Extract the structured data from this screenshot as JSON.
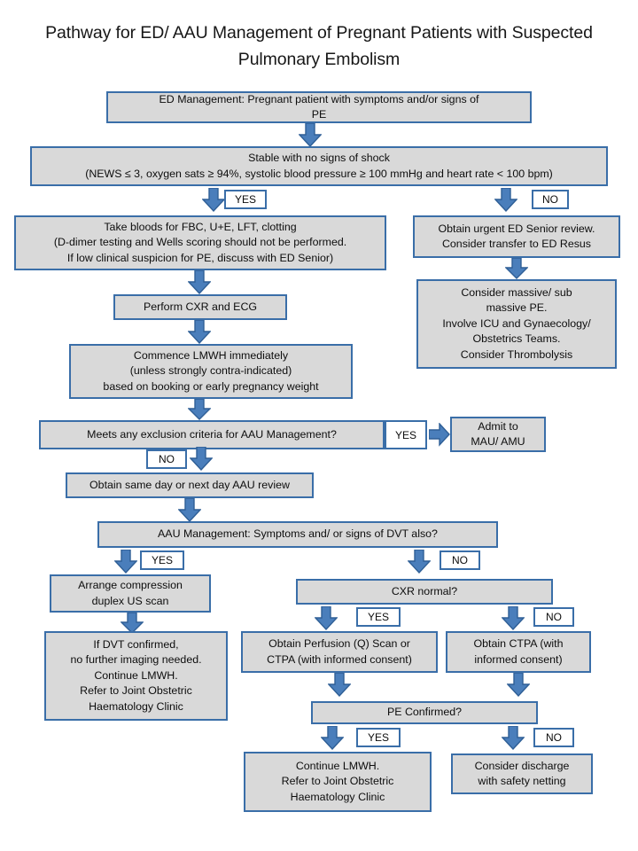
{
  "title": "Pathway for ED/ AAU Management of Pregnant Patients with\nSuspected Pulmonary Embolism",
  "colors": {
    "box_fill": "#d9d9d9",
    "box_border": "#3a6ea8",
    "arrow_fill": "#4a7ebb",
    "arrow_stroke": "#2f5f96",
    "tag_fill": "#ffffff",
    "text": "#0d0d0d",
    "background": "#ffffff"
  },
  "nodes": {
    "ed_management": "ED Management: Pregnant patient with symptoms and/or signs of\nPE",
    "stable": "Stable with no signs of shock\n(NEWS ≤ 3, oxygen sats ≥ 94%, systolic blood pressure ≥ 100 mmHg and heart rate < 100 bpm)",
    "take_bloods": "Take bloods for FBC, U+E, LFT, clotting\n(D-dimer testing and Wells scoring should not be performed.\nIf low clinical suspicion for PE, discuss with ED Senior)",
    "urgent_review": "Obtain urgent ED Senior review.\nConsider transfer to ED Resus",
    "perform_cxr_ecg": "Perform CXR and ECG",
    "massive_pe": "Consider massive/ sub\nmassive PE.\nInvolve ICU and Gynaecology/\nObstetrics Teams.\nConsider Thrombolysis",
    "commence_lmwh": "Commence LMWH immediately\n(unless strongly contra-indicated)\nbased on booking or early pregnancy weight",
    "exclusion_criteria": "Meets any exclusion criteria for AAU Management?",
    "admit_mau": "Admit to\nMAU/ AMU",
    "aau_review": "Obtain same day or next day AAU review",
    "aau_management": "AAU Management: Symptoms and/ or signs of DVT also?",
    "duplex_scan": "Arrange compression\nduplex US scan",
    "cxr_normal": "CXR normal?",
    "dvt_confirmed": "If DVT confirmed,\nno further imaging needed.\nContinue LMWH.\nRefer to Joint Obstetric\nHaematology Clinic",
    "perfusion_scan": "Obtain Perfusion (Q) Scan or\nCTPA (with informed consent)",
    "obtain_ctpa": "Obtain CTPA (with\ninformed consent)",
    "pe_confirmed": "PE Confirmed?",
    "continue_lmwh": "Continue LMWH.\nRefer to Joint Obstetric\nHaematology Clinic",
    "consider_discharge": "Consider discharge\nwith safety netting"
  },
  "tags": {
    "stable_yes": "YES",
    "stable_no": "NO",
    "exclusion_yes": "YES",
    "exclusion_no": "NO",
    "dvt_yes": "YES",
    "dvt_no": "NO",
    "cxr_yes": "YES",
    "cxr_no": "NO",
    "pe_yes": "YES",
    "pe_no": "NO"
  }
}
